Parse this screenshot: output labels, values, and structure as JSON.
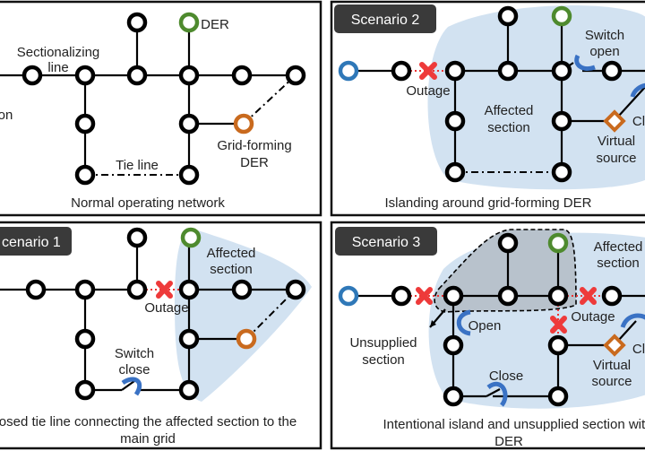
{
  "panels": {
    "normal": {
      "caption": "Normal operating network",
      "labels": {
        "sectionalizing_1": "Sectionalizing",
        "sectionalizing_2": "line",
        "left_cut": "on",
        "der": "DER",
        "gf_1": "Grid-forming",
        "gf_2": "DER",
        "tie": "Tie line"
      }
    },
    "scenario2": {
      "tag": "Scenario 2",
      "caption": "Islanding around grid-forming DER",
      "labels": {
        "outage": "Outage",
        "affected_1": "Affected",
        "affected_2": "section",
        "switch_1": "Switch",
        "switch_2": "open",
        "virtual_1": "Virtual",
        "virtual_2": "source",
        "right_cut": "Cl"
      }
    },
    "scenario1": {
      "tag": "cenario 1",
      "caption_1": "osed tie line connecting the affected section to the",
      "caption_2": "main grid",
      "labels": {
        "affected_1": "Affected",
        "affected_2": "section",
        "outage": "Outage",
        "switch_1": "Switch",
        "switch_2": "close"
      }
    },
    "scenario3": {
      "tag": "Scenario 3",
      "caption_1": "Intentional island and unsupplied section with",
      "caption_2": "DER",
      "labels": {
        "affected_1": "Affected",
        "affected_2": "section",
        "outage": "Outage",
        "open": "Open",
        "unsupplied_1": "Unsupplied",
        "unsupplied_2": "section",
        "close": "Close",
        "virtual_1": "Virtual",
        "virtual_2": "source",
        "right_cut": "Cl"
      }
    }
  },
  "colors": {
    "der": "#4e8a2e",
    "grid_forming": "#c96a1e",
    "substation": "#2f78b8",
    "outage": "#ee3a3a",
    "switch_arrow": "#3a72c4",
    "affected_area": "#cddff0",
    "unsupplied_area": "#b8c2cc"
  }
}
